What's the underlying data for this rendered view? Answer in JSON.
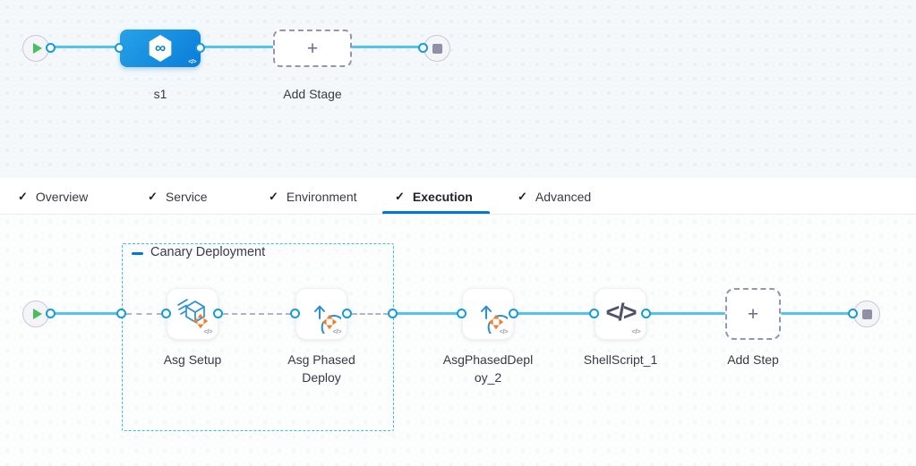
{
  "stage_canvas": {
    "stage": {
      "label": "s1",
      "code_badge": "</>",
      "icon": "harness-cd-stage-icon",
      "infinity_glyph": "∞"
    },
    "add_stage": {
      "label": "Add Stage",
      "plus_icon": "+"
    }
  },
  "tab_bar": {
    "tabs": [
      {
        "label": "Overview",
        "check": "✓",
        "active": false
      },
      {
        "label": "Service",
        "check": "✓",
        "active": false
      },
      {
        "label": "Environment",
        "check": "✓",
        "active": false
      },
      {
        "label": "Execution",
        "check": "✓",
        "active": true
      },
      {
        "label": "Advanced",
        "check": "✓",
        "active": false
      }
    ]
  },
  "execution_canvas": {
    "group": {
      "label": "Canary Deployment"
    },
    "steps": [
      {
        "name": "Asg Setup",
        "icon": "asg-setup-icon",
        "code_badge": "</>"
      },
      {
        "name": "Asg Phased Deploy",
        "icon": "asg-phased-deploy-icon",
        "code_badge": "</>"
      },
      {
        "name": "AsgPhasedDeploy_2",
        "icon": "asg-phased-deploy-icon",
        "code_badge": "</>"
      },
      {
        "name": "ShellScript_1",
        "icon": "shell-script-icon",
        "code_badge": "</>",
        "glyph": "</>"
      }
    ],
    "add_step": {
      "label": "Add Step",
      "plus_icon": "+"
    }
  },
  "colors": {
    "accent": "#0278d5",
    "connector_blue": "#54c3f0",
    "port_ring": "#149add",
    "dashed_connector": "#b2b3c5",
    "group_border": "#41b9ea",
    "stage_gradient_start": "#27a2e8",
    "stage_gradient_end": "#0a7cd7",
    "orange_accent": "#ee7d2f",
    "play_green": "#47c05c",
    "stop_gray": "#8f90a5"
  }
}
